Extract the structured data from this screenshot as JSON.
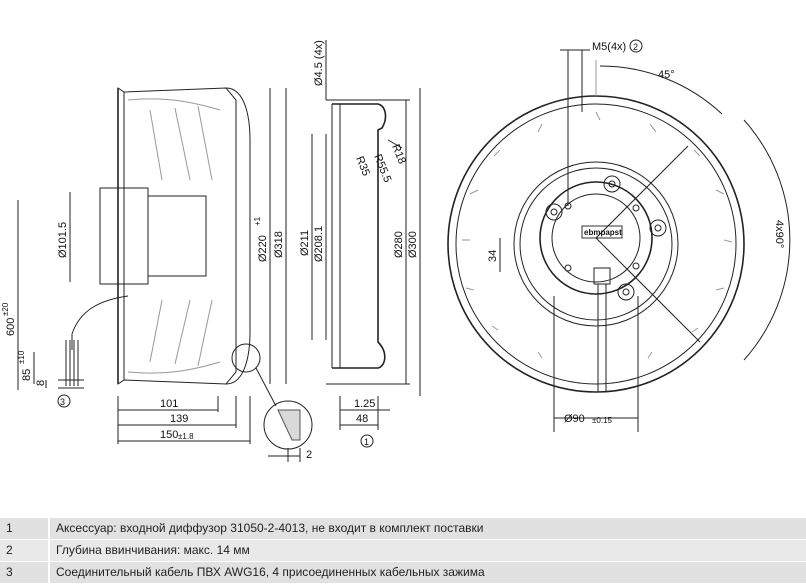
{
  "dims": {
    "d101_5": "Ø101.5",
    "d220": "Ø220",
    "d220_tol": "+1",
    "d318": "Ø318",
    "len101": "101",
    "len139": "139",
    "len150": "150",
    "len150_tol": "±1.8",
    "cable600": "600",
    "cable600_tol": "±20",
    "strip85": "85",
    "strip85_tol": "±10",
    "strip8": "8",
    "gap2": "2",
    "hole": "Ø4.5 (4x)",
    "r18": "R18",
    "r55_5": "R55.5",
    "r35": "R35",
    "d211": "Ø211",
    "d208_1": "Ø208.1",
    "d280": "Ø280",
    "d300": "Ø300",
    "t1_25": "1.25",
    "t48": "48",
    "m5": "M5(4x)",
    "ang45": "45°",
    "ang4x90": "4x90°",
    "d34": "34",
    "d90": "Ø90",
    "d90_tol": "±0.15",
    "brand": "ebmpapst"
  },
  "callouts": {
    "c1": "1",
    "c2": "2",
    "c3": "3"
  },
  "notes": [
    {
      "num": "1",
      "text": "Аксессуар: входной диффузор 31050-2-4013, не входит в комплект поставки"
    },
    {
      "num": "2",
      "text": "Глубина ввинчивания: макс. 14 мм"
    },
    {
      "num": "3",
      "text": "Соединительный кабель ПВХ AWG16, 4 присоединенных кабельных зажима"
    }
  ]
}
